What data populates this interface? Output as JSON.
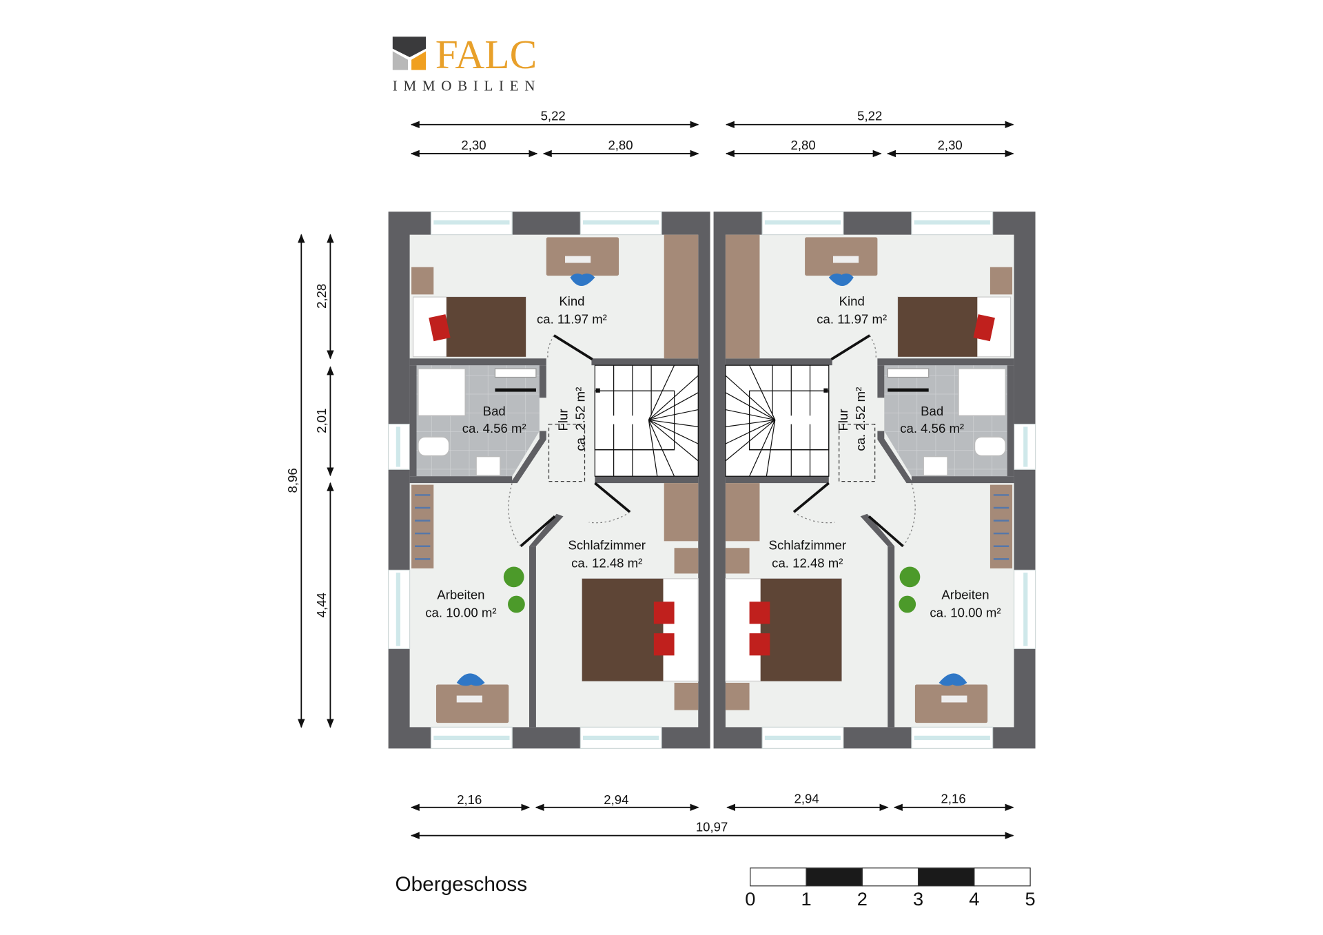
{
  "logo": {
    "brand": "FALC",
    "tagline": "IMMOBILIEN",
    "brand_color": "#f0a020",
    "dark_color": "#3a3a3c",
    "grey_color": "#b8b8b8"
  },
  "title": "Obergeschoss",
  "dimensions": {
    "top_left_total": "5,22",
    "top_left_a": "2,30",
    "top_left_b": "2,80",
    "top_right_total": "5,22",
    "top_right_a": "2,80",
    "top_right_b": "2,30",
    "left_total": "8,96",
    "left_a": "2,28",
    "left_b": "2,01",
    "left_c": "4,44",
    "bottom_left_a": "2,16",
    "bottom_left_b": "2,94",
    "bottom_right_a": "2,94",
    "bottom_right_b": "2,16",
    "bottom_total": "10,97"
  },
  "rooms_left": {
    "kind": {
      "name": "Kind",
      "area": "ca. 11.97 m²"
    },
    "bad": {
      "name": "Bad",
      "area": "ca. 4.56 m²"
    },
    "flur": {
      "name": "Flur",
      "area": "ca. 2.52 m²"
    },
    "schlafzimmer": {
      "name": "Schlafzimmer",
      "area": "ca. 12.48 m²"
    },
    "arbeiten": {
      "name": "Arbeiten",
      "area": "ca. 10.00 m²"
    }
  },
  "rooms_right": {
    "kind": {
      "name": "Kind",
      "area": "ca. 11.97 m²"
    },
    "bad": {
      "name": "Bad",
      "area": "ca. 4.56 m²"
    },
    "flur": {
      "name": "Flur",
      "area": "ca. 2.52 m²"
    },
    "schlafzimmer": {
      "name": "Schlafzimmer",
      "area": "ca. 12.48 m²"
    },
    "arbeiten": {
      "name": "Arbeiten",
      "area": "ca. 10.00 m²"
    }
  },
  "scale_bar": {
    "labels": [
      "0",
      "1",
      "2",
      "3",
      "4",
      "5"
    ]
  }
}
